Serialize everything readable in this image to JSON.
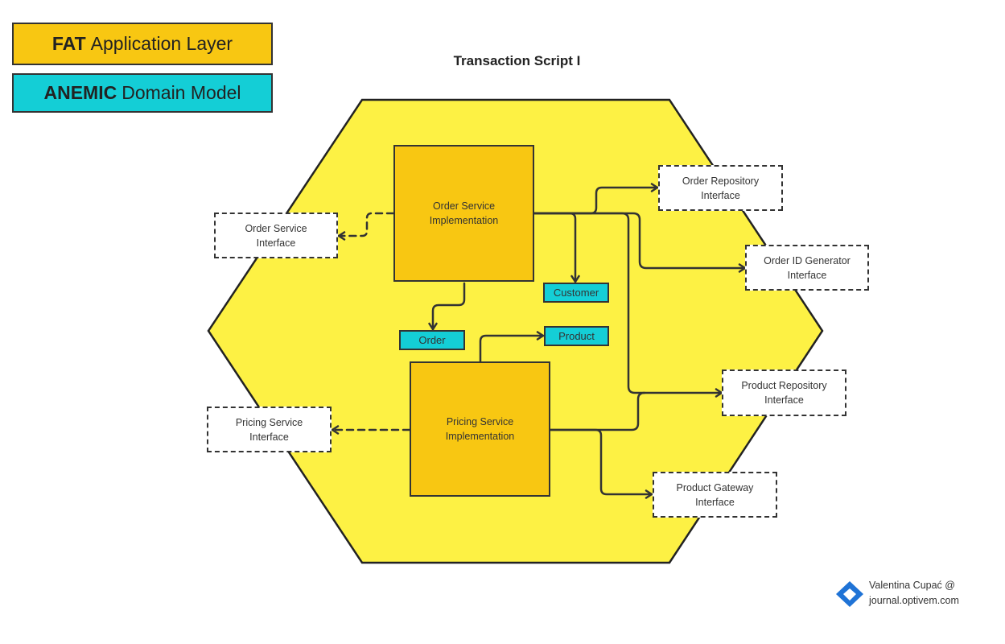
{
  "legend": {
    "fat": {
      "bold": "FAT",
      "text": "Application Layer",
      "color": "#f8c712"
    },
    "anemic": {
      "bold": "ANEMIC",
      "text": "Domain Model",
      "color": "#14ced6"
    }
  },
  "title": "Transaction Script I",
  "colors": {
    "hexagon": "#fdf144",
    "implementation": "#f8c712",
    "entity": "#14ced6",
    "line": "#333333"
  },
  "implementations": {
    "order_service": [
      "Order Service",
      "Implementation"
    ],
    "pricing_service": [
      "Pricing Service",
      "Implementation"
    ]
  },
  "interfaces": {
    "order_service": [
      "Order Service",
      "Interface"
    ],
    "pricing_service": [
      "Pricing Service",
      "Interface"
    ],
    "order_repository": [
      "Order Repository",
      "Interface"
    ],
    "order_id_generator": [
      "Order ID Generator",
      "Interface"
    ],
    "product_repository": [
      "Product Repository",
      "Interface"
    ],
    "product_gateway": [
      "Product Gateway",
      "Interface"
    ]
  },
  "entities": {
    "customer": "Customer",
    "order": "Order",
    "product": "Product"
  },
  "credit": {
    "line1": "Valentina Cupać @",
    "line2": "journal.optivem.com",
    "logo": "optivem-diamond-logo"
  }
}
